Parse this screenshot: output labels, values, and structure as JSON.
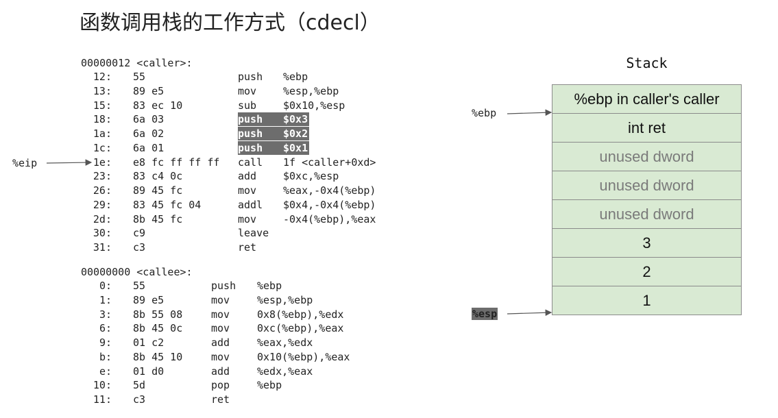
{
  "title": "函数调用栈的工作方式（cdecl）",
  "caller": {
    "header": "00000012 <caller>:",
    "lines": [
      {
        "off": "12:",
        "hex": "55",
        "mn": "push",
        "op": "%ebp",
        "hl": false
      },
      {
        "off": "13:",
        "hex": "89 e5",
        "mn": "mov",
        "op": "%esp,%ebp",
        "hl": false
      },
      {
        "off": "15:",
        "hex": "83 ec 10",
        "mn": "sub",
        "op": "$0x10,%esp",
        "hl": false
      },
      {
        "off": "18:",
        "hex": "6a 03",
        "mn": "push",
        "op": "$0x3",
        "hl": true
      },
      {
        "off": "1a:",
        "hex": "6a 02",
        "mn": "push",
        "op": "$0x2",
        "hl": true
      },
      {
        "off": "1c:",
        "hex": "6a 01",
        "mn": "push",
        "op": "$0x1",
        "hl": true
      },
      {
        "off": "1e:",
        "hex": "e8 fc ff ff ff",
        "mn": "call",
        "op": "1f <caller+0xd>",
        "hl": false
      },
      {
        "off": "23:",
        "hex": "83 c4 0c",
        "mn": "add",
        "op": "$0xc,%esp",
        "hl": false
      },
      {
        "off": "26:",
        "hex": "89 45 fc",
        "mn": "mov",
        "op": "%eax,-0x4(%ebp)",
        "hl": false
      },
      {
        "off": "29:",
        "hex": "83 45 fc 04",
        "mn": "addl",
        "op": "$0x4,-0x4(%ebp)",
        "hl": false
      },
      {
        "off": "2d:",
        "hex": "8b 45 fc",
        "mn": "mov",
        "op": "-0x4(%ebp),%eax",
        "hl": false
      },
      {
        "off": "30:",
        "hex": "c9",
        "mn": "leave",
        "op": "",
        "hl": false
      },
      {
        "off": "31:",
        "hex": "c3",
        "mn": "ret",
        "op": "",
        "hl": false
      }
    ]
  },
  "callee": {
    "header": "00000000 <callee>:",
    "lines": [
      {
        "off": "0:",
        "hex": "55",
        "mn": "push",
        "op": "%ebp"
      },
      {
        "off": "1:",
        "hex": "89 e5",
        "mn": "mov",
        "op": "%esp,%ebp"
      },
      {
        "off": "3:",
        "hex": "8b 55 08",
        "mn": "mov",
        "op": "0x8(%ebp),%edx"
      },
      {
        "off": "6:",
        "hex": "8b 45 0c",
        "mn": "mov",
        "op": "0xc(%ebp),%eax"
      },
      {
        "off": "9:",
        "hex": "01 c2",
        "mn": "add",
        "op": "%eax,%edx"
      },
      {
        "off": "b:",
        "hex": "8b 45 10",
        "mn": "mov",
        "op": "0x10(%ebp),%eax"
      },
      {
        "off": "e:",
        "hex": "01 d0",
        "mn": "add",
        "op": "%edx,%eax"
      },
      {
        "off": "10:",
        "hex": "5d",
        "mn": "pop",
        "op": "%ebp"
      },
      {
        "off": "11:",
        "hex": "c3",
        "mn": "ret",
        "op": ""
      }
    ]
  },
  "pointers": {
    "eip": "%eip",
    "ebp": "%ebp",
    "esp": "%esp"
  },
  "stack": {
    "title": "Stack",
    "cells": [
      {
        "label": "%ebp in caller's caller",
        "unused": false
      },
      {
        "label": "int ret",
        "unused": false
      },
      {
        "label": "unused dword",
        "unused": true
      },
      {
        "label": "unused dword",
        "unused": true
      },
      {
        "label": "unused dword",
        "unused": true
      },
      {
        "label": "3",
        "unused": false
      },
      {
        "label": "2",
        "unused": false
      },
      {
        "label": "1",
        "unused": false
      }
    ],
    "fill_color": "#d9ead3"
  }
}
